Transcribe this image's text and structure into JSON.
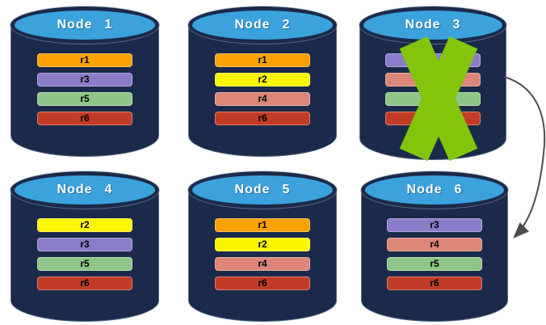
{
  "diagram": {
    "description": "Replica distribution across database nodes with failed node and failover arrow",
    "nodes": [
      {
        "label": "Node 1",
        "failed": false,
        "replicas": [
          {
            "name": "r1",
            "color": "#f9a201"
          },
          {
            "name": "r3",
            "color": "#8b7cc9"
          },
          {
            "name": "r5",
            "color": "#8fc687"
          },
          {
            "name": "r6",
            "color": "#c23b27"
          }
        ]
      },
      {
        "label": "Node 2",
        "failed": false,
        "replicas": [
          {
            "name": "r1",
            "color": "#f9a201"
          },
          {
            "name": "r2",
            "color": "#fcf500"
          },
          {
            "name": "r4",
            "color": "#db8677"
          },
          {
            "name": "r6",
            "color": "#c23b27"
          }
        ]
      },
      {
        "label": "Node 3",
        "failed": true,
        "replicas": [
          {
            "name": "r3",
            "color": "#8b7cc9"
          },
          {
            "name": "r4",
            "color": "#db8677"
          },
          {
            "name": "r5",
            "color": "#8fc687"
          },
          {
            "name": "r6",
            "color": "#c23b27"
          }
        ]
      },
      {
        "label": "Node 4",
        "failed": false,
        "replicas": [
          {
            "name": "r2",
            "color": "#fcf500"
          },
          {
            "name": "r3",
            "color": "#8b7cc9"
          },
          {
            "name": "r5",
            "color": "#8fc687"
          },
          {
            "name": "r6",
            "color": "#c23b27"
          }
        ]
      },
      {
        "label": "Node 5",
        "failed": false,
        "replicas": [
          {
            "name": "r1",
            "color": "#f9a201"
          },
          {
            "name": "r2",
            "color": "#fcf500"
          },
          {
            "name": "r4",
            "color": "#db8677"
          },
          {
            "name": "r6",
            "color": "#c23b27"
          }
        ]
      },
      {
        "label": "Node 6",
        "failed": false,
        "replicas": [
          {
            "name": "r3",
            "color": "#8b7cc9"
          },
          {
            "name": "r4",
            "color": "#db8677"
          },
          {
            "name": "r5",
            "color": "#8fc687"
          },
          {
            "name": "r6",
            "color": "#c23b27"
          }
        ]
      }
    ],
    "colors": {
      "cylinder_body": "#1b2a4a",
      "cylinder_top": "#3ba2dc",
      "failed_marker": "#84c40b",
      "arrow": "#4d4d4d"
    },
    "arrow": {
      "from": "Node 3",
      "to": "Node 6"
    }
  }
}
